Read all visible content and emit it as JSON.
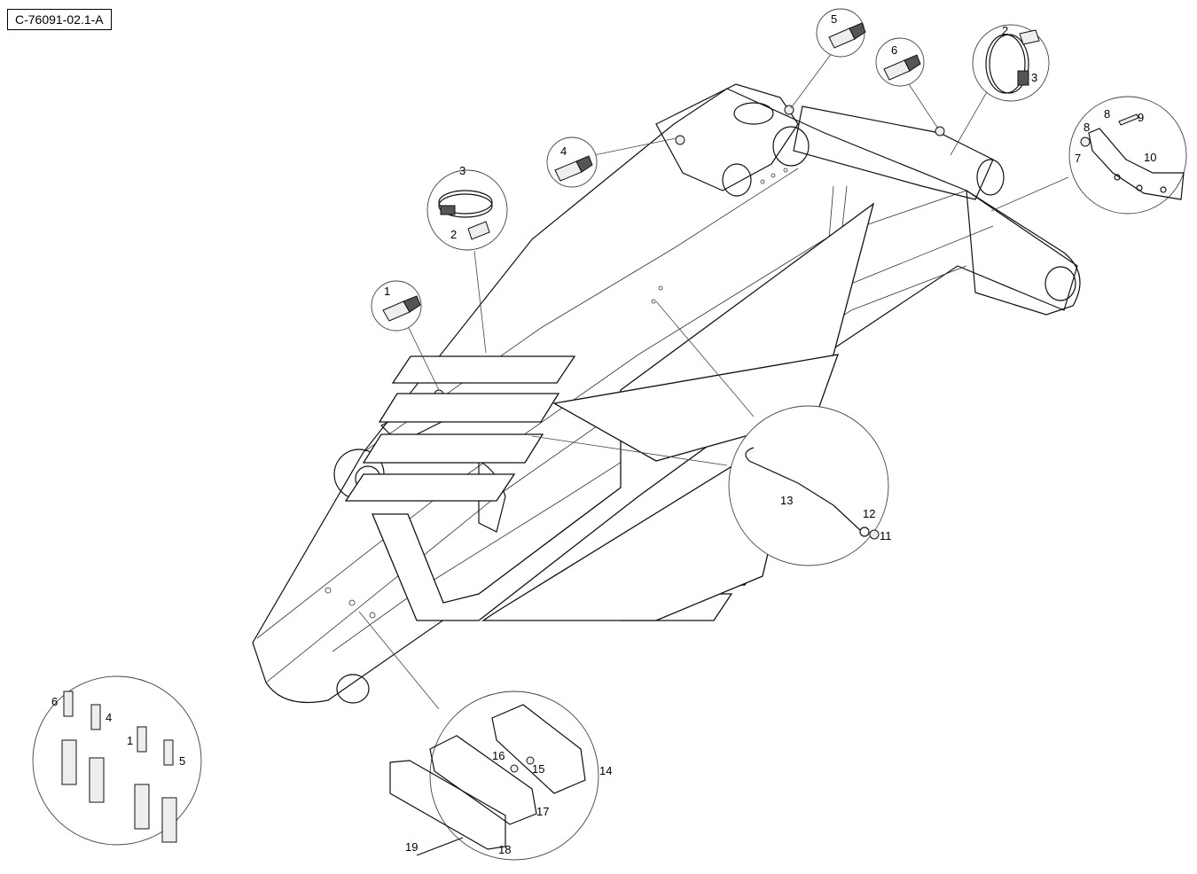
{
  "diagram_ref": "C-76091-02.1-A",
  "callouts": {
    "c1": "1",
    "c2a": "2",
    "c3a": "3",
    "c4": "4",
    "c5": "5",
    "c6": "6",
    "c2b": "2",
    "c3b": "3",
    "c7": "7",
    "c8a": "8",
    "c8b": "8",
    "c9": "9",
    "c10": "10",
    "c11": "11",
    "c12": "12",
    "c13": "13",
    "c14": "14",
    "c15": "15",
    "c16": "16",
    "c17": "17",
    "c18": "18",
    "c19": "19",
    "k6": "6",
    "k4": "4",
    "k1": "1",
    "k5": "5"
  }
}
